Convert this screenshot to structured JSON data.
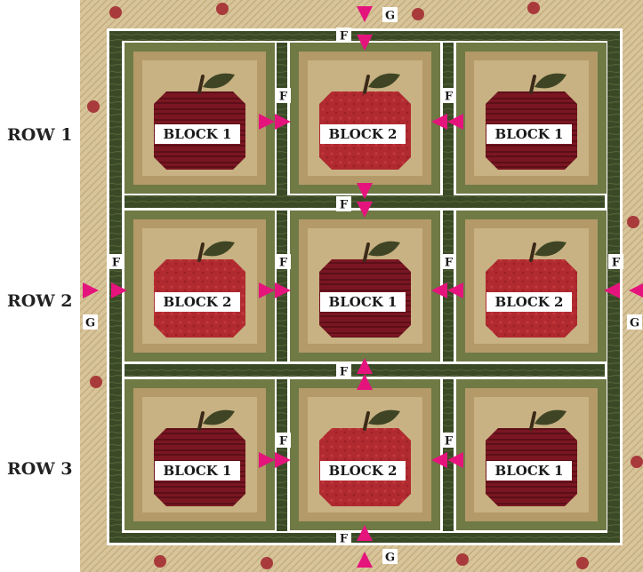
{
  "rows": [
    {
      "label": "ROW 1",
      "blocks": [
        "BLOCK 1",
        "BLOCK 2",
        "BLOCK 1"
      ]
    },
    {
      "label": "ROW 2",
      "blocks": [
        "BLOCK 2",
        "BLOCK 1",
        "BLOCK 2"
      ]
    },
    {
      "label": "ROW 3",
      "blocks": [
        "BLOCK 1",
        "BLOCK 2",
        "BLOCK 1"
      ]
    }
  ],
  "sashing_label": "F",
  "border_label": "G",
  "colors": {
    "border_fabric": "#d8c49a",
    "sashing_fabric": "#3a4a26",
    "block_outer": "#6f7a45",
    "block_mid": "#b39a68",
    "block_inner": "#c8b283",
    "apple_dark": "#7a1622",
    "apple_light": "#b02a30",
    "leaf": "#3f4524",
    "stem": "#3b2a18",
    "arrow": "#e4147c",
    "label_bg": "#ffffff",
    "label_text": "#1a1a1a"
  }
}
